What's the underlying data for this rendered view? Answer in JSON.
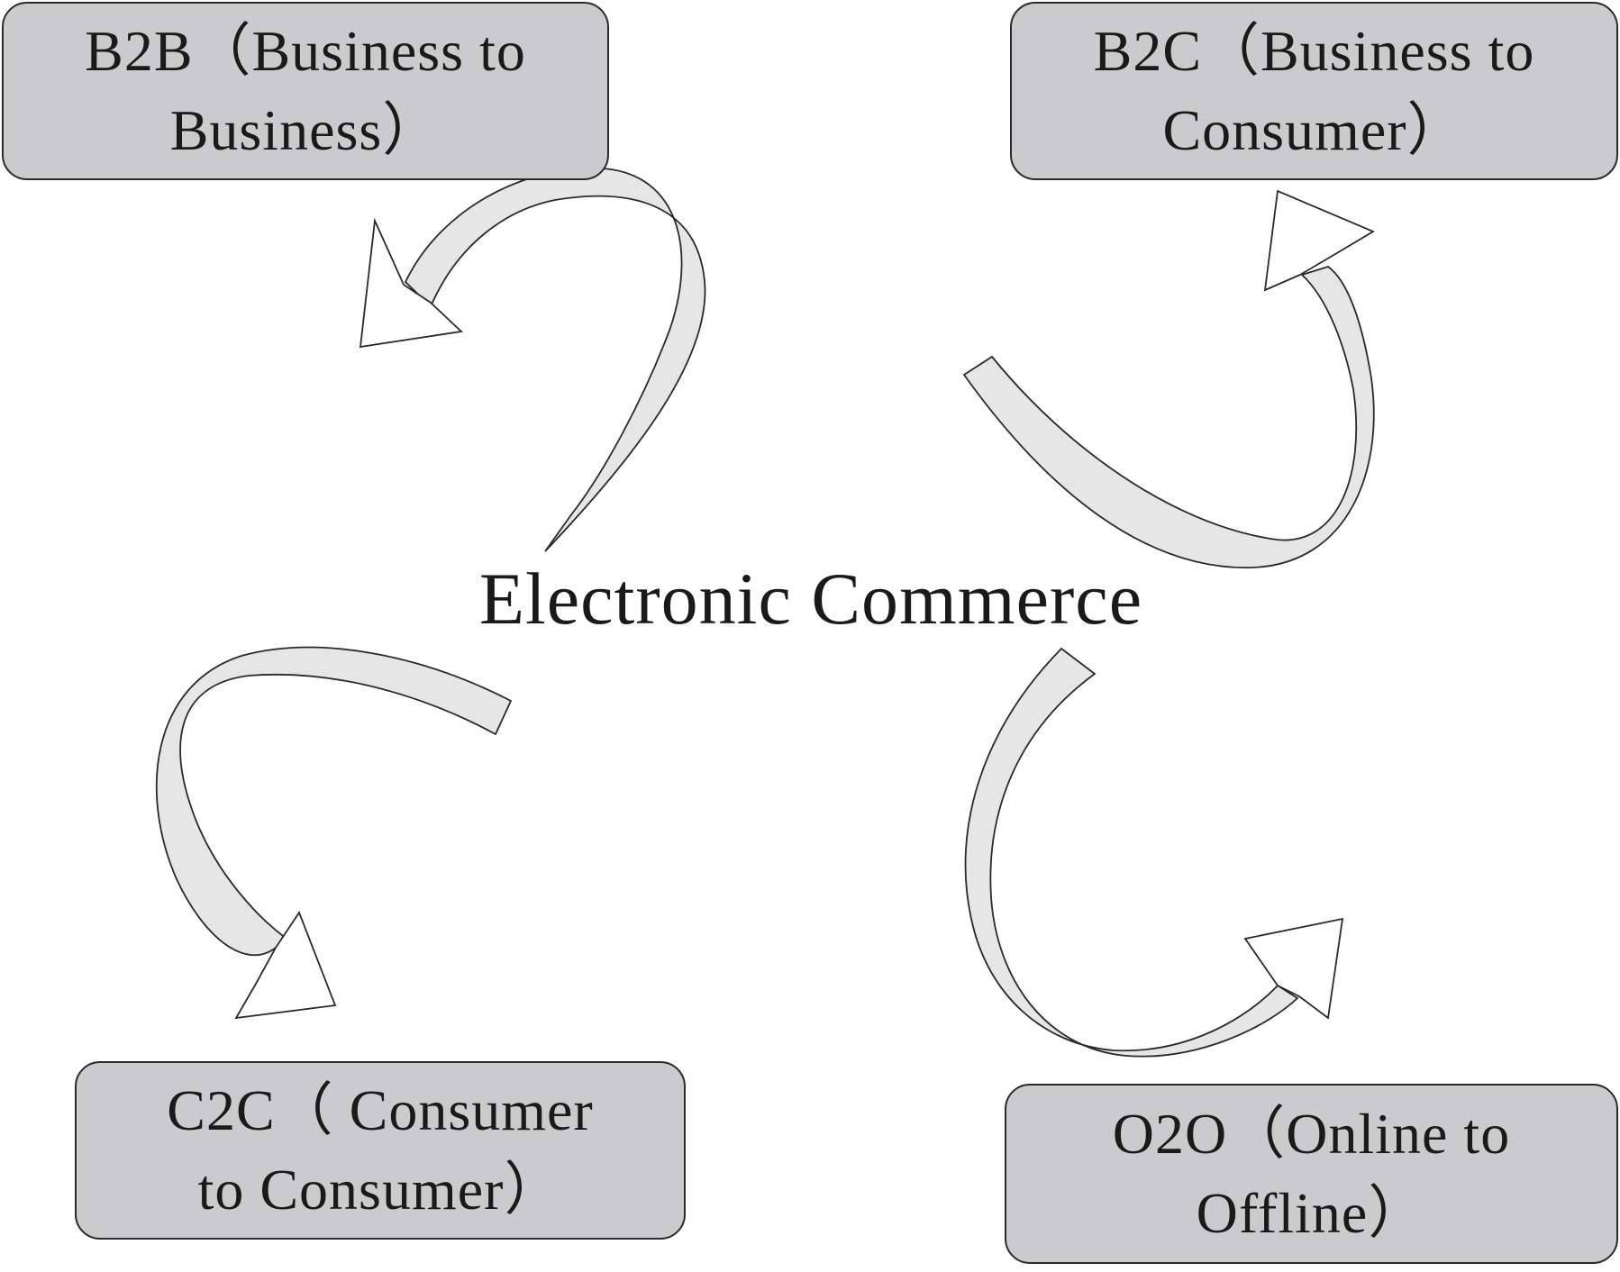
{
  "center": {
    "title": "Electronic Commerce"
  },
  "boxes": {
    "b2b": {
      "line1": "B2B（Business to",
      "line2": "Business）"
    },
    "b2c": {
      "line1": "B2C（Business to",
      "line2": "Consumer）"
    },
    "c2c": {
      "line1": "C2C（ Consumer",
      "line2": "to Consumer）"
    },
    "o2o": {
      "line1": "O2O（Online to",
      "line2": "Offline）"
    }
  },
  "colors": {
    "box_fill": "#cbcbcd",
    "arrow_fill": "#e6e6e6",
    "stroke": "#2a2a2a"
  }
}
